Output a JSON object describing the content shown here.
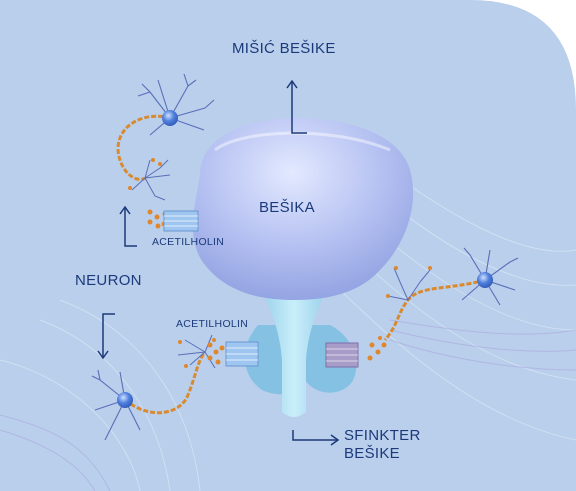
{
  "labels": {
    "bladder_muscle": "MIŠIĆ BEŠIKE",
    "bladder": "BEŠIKA",
    "neuron": "NEURON",
    "acetylcholine_top": "ACETILHOLIN",
    "acetylcholine_bottom": "ACETILHOLIN",
    "sphincter_line1": "SFINKTER",
    "sphincter_line2": "BEŠIKE"
  },
  "colors": {
    "background": "#b9cfec",
    "bladder": "#aab8ee",
    "neck": "#9fd3ea",
    "neuron_body": "#3f6fd0",
    "axon": "#d98a2e",
    "vesicles": "#e0872e",
    "receptor_blue": "#9ec6f0",
    "receptor_purple": "#a89cc8",
    "text": "#1c3a7a"
  }
}
